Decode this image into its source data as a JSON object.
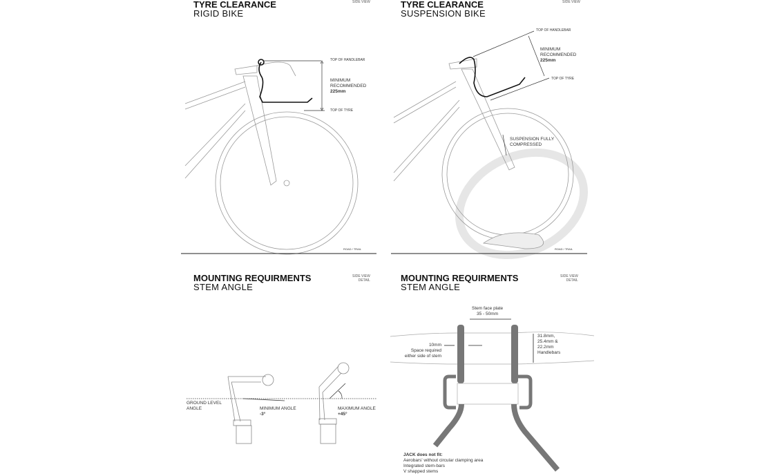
{
  "panels": {
    "rigid": {
      "title": "TYRE CLEARANCE",
      "subtitle": "RIGID BIKE",
      "view": "SIDE VIEW",
      "top_label": "TOP OF HANDLEBAR",
      "min_label_1": "MINIMUM",
      "min_label_2": "RECOMMENDED",
      "min_value": "225mm",
      "bottom_label": "TOP OF TYRE",
      "ground": "ROAD / TRAIL"
    },
    "suspension": {
      "title": "TYRE CLEARANCE",
      "subtitle": "SUSPENSION BIKE",
      "view": "SIDE VIEW",
      "top_label": "TOP OF HANDLEBAR",
      "min_label_1": "MINIMUM",
      "min_label_2": "RECOMMENDED",
      "min_value": "225mm",
      "bottom_label": "TOP OF TYRE",
      "compressed_1": "SUSPENSION FULLY",
      "compressed_2": "COMPRESSED",
      "ground": "ROAD / TRAIL"
    },
    "stem_angle": {
      "title": "MOUNTING REQUIRMENTS",
      "subtitle": "STEM ANGLE",
      "view_1": "SIDE VIEW",
      "view_2": "DETAIL",
      "ground_1": "GROUND LEVEL",
      "ground_2": "ANGLE",
      "min_label": "MINIMUM ANGLE",
      "min_value": "-3°",
      "max_label": "MAXIMUM ANGLE",
      "max_value": "+45°"
    },
    "stem_width": {
      "title": "MOUNTING REQUIRMENTS",
      "subtitle": "STEM ANGLE",
      "view_1": "SIDE VIEW",
      "view_2": "DETAIL",
      "faceplate_1": "Stem face plate",
      "faceplate_2": "35 - 50mm",
      "space_value": "10mm",
      "space_1": "Space required",
      "space_2": "either side of stem",
      "bars_1": "31.8mm,",
      "bars_2": "25.4mm &",
      "bars_3": "22.2mm",
      "bars_4": "Handlebars",
      "nofit_title": "JACK does not fit:",
      "nofit": [
        "Aerobars' without circular clamping area",
        "Integrated stem-bars",
        "V shapped stems"
      ]
    }
  }
}
